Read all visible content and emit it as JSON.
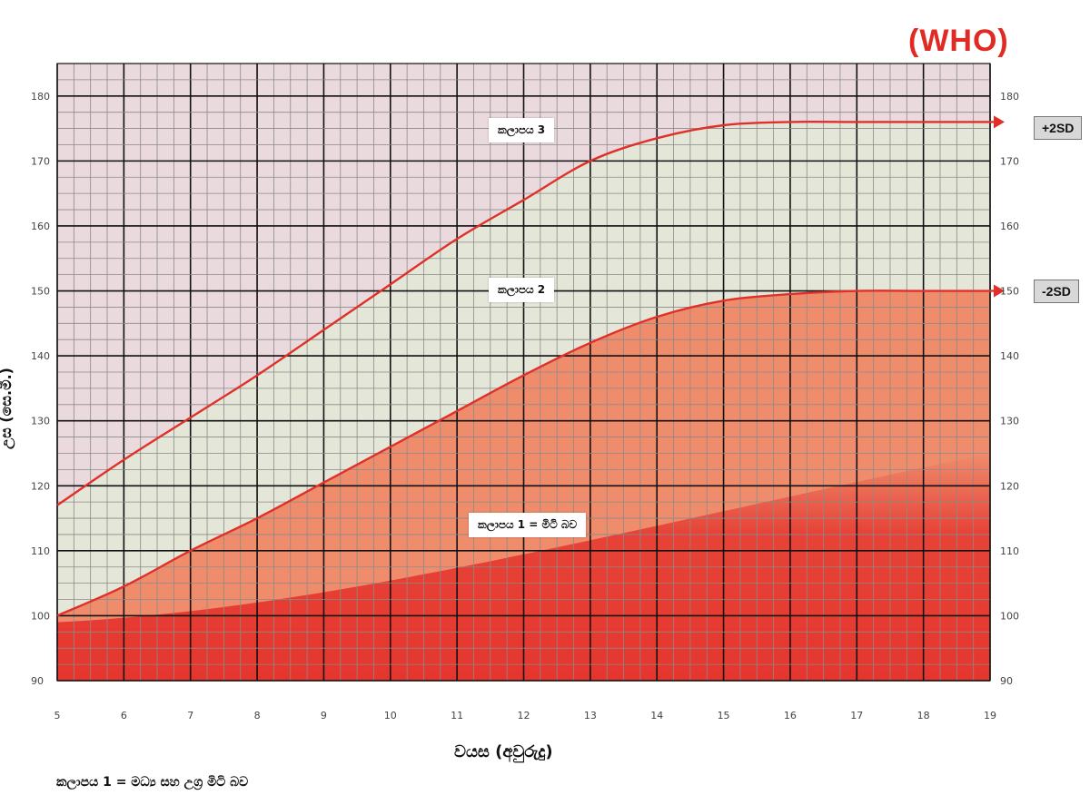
{
  "header": {
    "org_label": "(WHO)"
  },
  "axes": {
    "ylabel": "උස (සෙ.මී.)",
    "xlabel": "වයස (අවුරුදු)"
  },
  "footnote": "කලාපය 1 = මධ්‍ය සහ උග්‍ර මිටි බව",
  "zones": {
    "zone3": "කලාපය 3",
    "zone2": "කලාපය 2",
    "zone1": "කලාපය 1 = මිටි බව"
  },
  "colors": {
    "zone3": "#eadadd",
    "zone2": "#e4e6d8",
    "zone1": "#ef8c6c",
    "zone1_deep": "#e5362e",
    "curve": "#e0302a",
    "grid_major": "#111111",
    "grid_minor": "#8a8a8a"
  },
  "chart_data": {
    "type": "area",
    "x": [
      5,
      6,
      7,
      8,
      9,
      10,
      11,
      12,
      13,
      14,
      15,
      16,
      17,
      18,
      19
    ],
    "xlim": [
      5,
      19
    ],
    "ylim": [
      90,
      185
    ],
    "x_ticks": [
      5,
      6,
      7,
      8,
      9,
      10,
      11,
      12,
      13,
      14,
      15,
      16,
      17,
      18,
      19
    ],
    "y_ticks": [
      90,
      100,
      110,
      120,
      130,
      140,
      150,
      160,
      170,
      180
    ],
    "grid": true,
    "series": [
      {
        "name": "+2SD",
        "values": [
          117,
          124,
          130.5,
          137,
          144,
          151,
          158,
          164,
          170,
          173.5,
          175.5,
          176,
          176,
          176,
          176
        ]
      },
      {
        "name": "-2SD",
        "values": [
          100,
          104.5,
          110,
          115,
          120.5,
          126,
          131.5,
          137,
          142,
          146,
          148.5,
          149.5,
          150,
          150,
          150
        ]
      }
    ]
  }
}
